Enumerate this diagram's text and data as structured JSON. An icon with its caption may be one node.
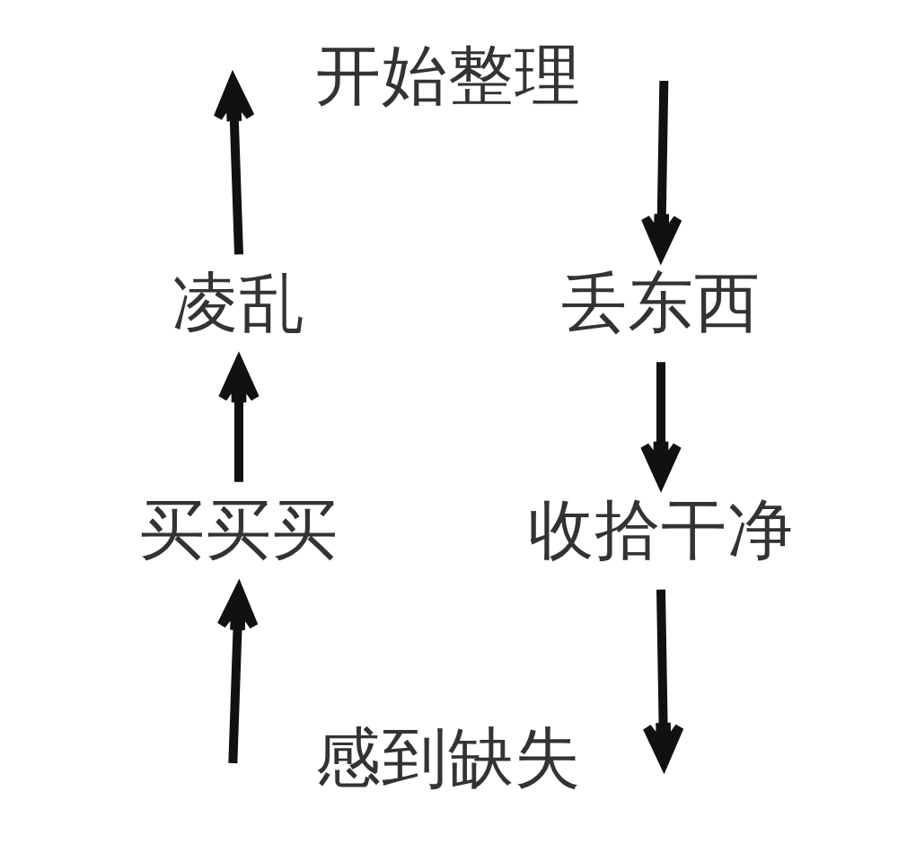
{
  "diagram": {
    "nodes": [
      {
        "text": [
          "开始整理"
        ]
      },
      {
        "text": [
          "丢东西"
        ]
      },
      {
        "text": [
          "收拾干净"
        ]
      },
      {
        "text": [
          "感到缺失"
        ]
      },
      {
        "text": [
          "买买买"
        ]
      },
      {
        "text": [
          "凌乱"
        ]
      }
    ],
    "edges": [
      {
        "from": 0,
        "to": 1,
        "arrow": "to"
      },
      {
        "from": 1,
        "to": 2,
        "arrow": "to"
      },
      {
        "from": 2,
        "to": 3,
        "arrow": "to"
      },
      {
        "from": 3,
        "to": 4,
        "arrow": "to"
      },
      {
        "from": 4,
        "to": 5,
        "arrow": "to"
      },
      {
        "from": 5,
        "to": 0,
        "arrow": "to"
      }
    ]
  }
}
